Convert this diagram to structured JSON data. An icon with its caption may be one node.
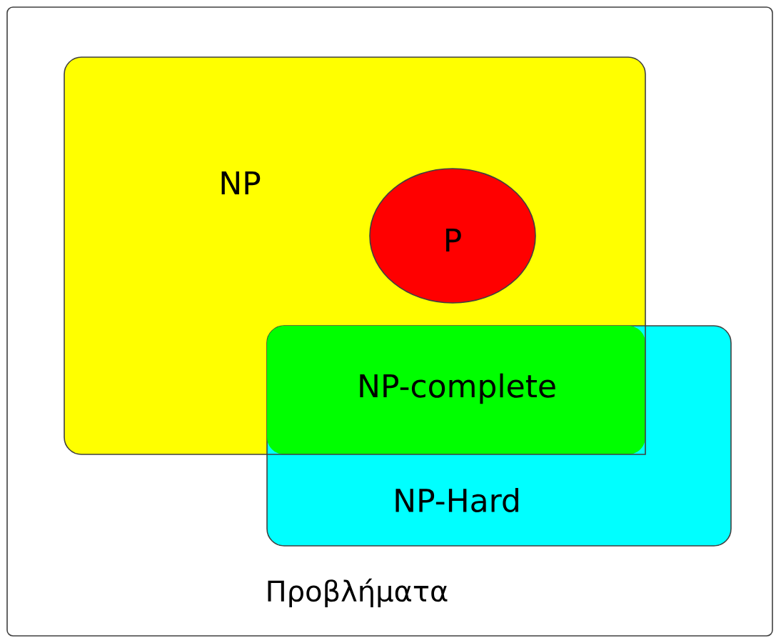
{
  "diagram": {
    "nodes": [
      {
        "text": [
          "Προβλήματα"
        ]
      },
      {
        "text": [
          "NP"
        ],
        "in": 0
      },
      {
        "text": [
          "P"
        ],
        "in": 1
      },
      {
        "text": [
          "NP-Hard"
        ],
        "in": 0
      },
      {
        "text": [
          "NP-complete"
        ]
      }
    ]
  }
}
